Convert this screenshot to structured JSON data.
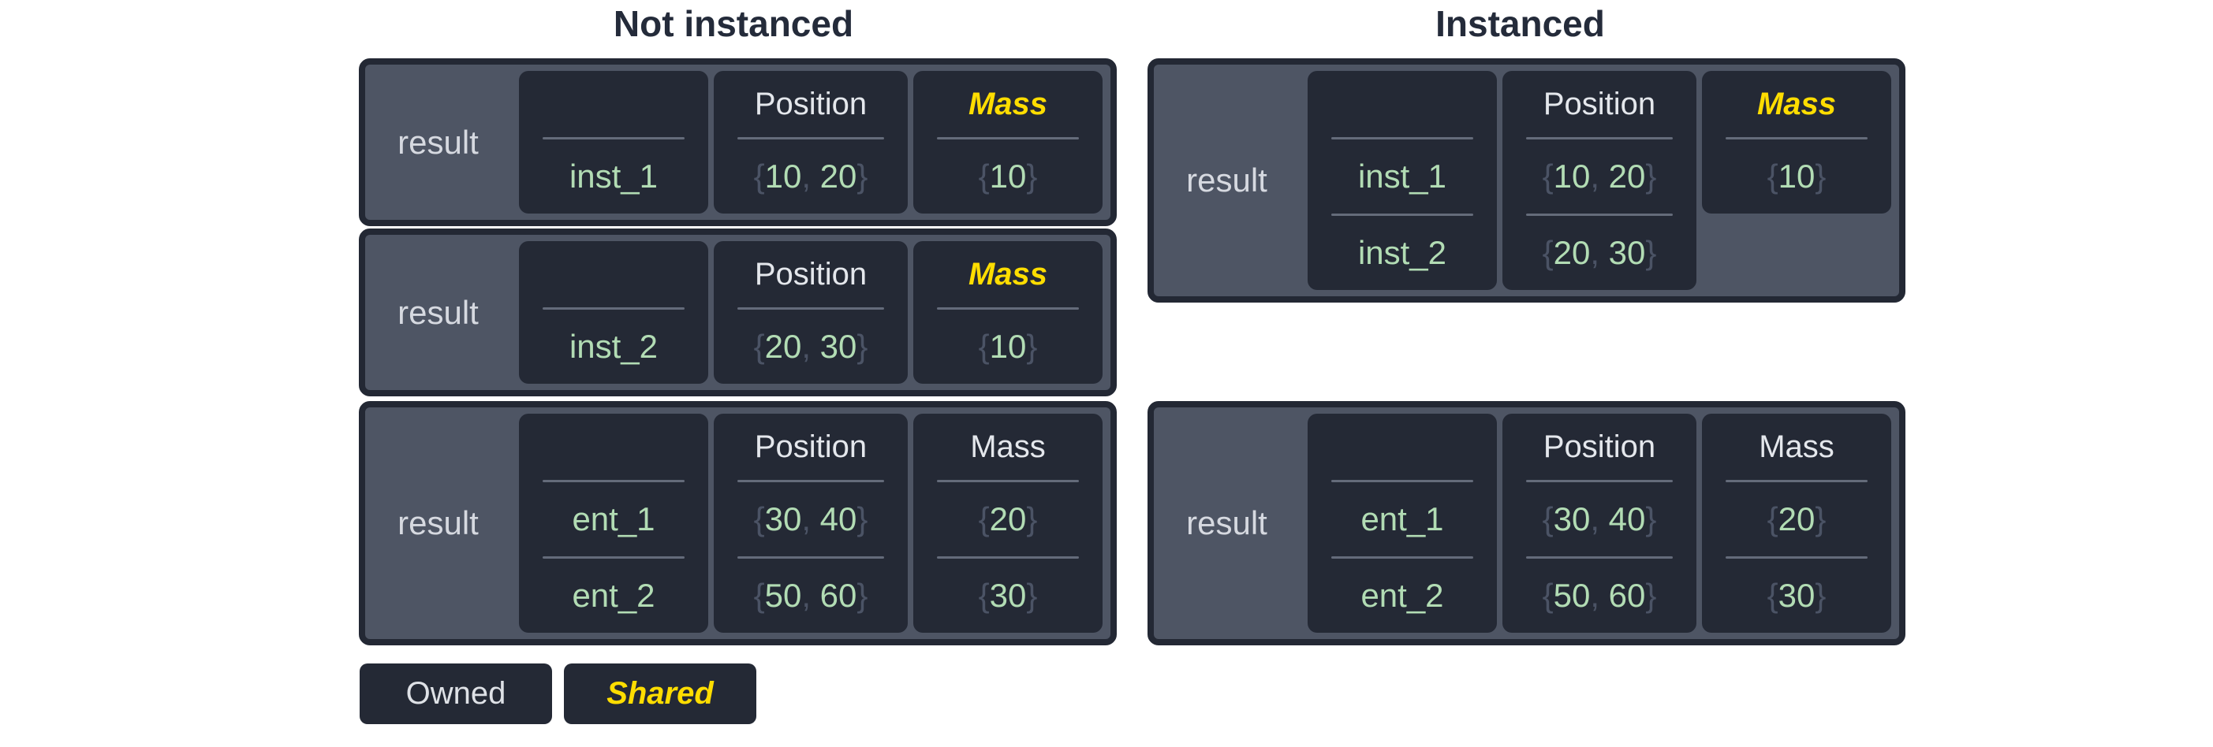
{
  "titles": {
    "left": "Not instanced",
    "right": "Instanced"
  },
  "legend": {
    "owned": "Owned",
    "shared": "Shared"
  },
  "colors": {
    "page_background": "#ffffff",
    "title_text": "#242b3a",
    "panel_gray": "#4e5564",
    "panel_border": "#232834",
    "cell_dark": "#242935",
    "divider_gray": "#646b7a",
    "header_text": "#e4e7ec",
    "label_text": "#d6d9e0",
    "value_green": "#b2dcb4",
    "brace_gray": "#4b5365",
    "shared_yellow": "#ffdd00"
  },
  "tables": [
    {
      "name": "not-instanced-table-inst1",
      "group": "not_instanced",
      "label": "result",
      "columns": [
        {
          "header": "",
          "kind": "entity",
          "shared": false,
          "values": [
            "inst_1"
          ]
        },
        {
          "header": "Position",
          "kind": "value",
          "shared": false,
          "values": [
            "{10, 20}"
          ]
        },
        {
          "header": "Mass",
          "kind": "value",
          "shared": true,
          "values": [
            "{10}"
          ]
        }
      ]
    },
    {
      "name": "not-instanced-table-inst2",
      "group": "not_instanced",
      "label": "result",
      "columns": [
        {
          "header": "",
          "kind": "entity",
          "shared": false,
          "values": [
            "inst_2"
          ]
        },
        {
          "header": "Position",
          "kind": "value",
          "shared": false,
          "values": [
            "{20, 30}"
          ]
        },
        {
          "header": "Mass",
          "kind": "value",
          "shared": true,
          "values": [
            "{10}"
          ]
        }
      ]
    },
    {
      "name": "not-instanced-table-entities",
      "group": "not_instanced",
      "label": "result",
      "columns": [
        {
          "header": "",
          "kind": "entity",
          "shared": false,
          "values": [
            "ent_1",
            "ent_2"
          ]
        },
        {
          "header": "Position",
          "kind": "value",
          "shared": false,
          "values": [
            "{30, 40}",
            "{50, 60}"
          ]
        },
        {
          "header": "Mass",
          "kind": "value",
          "shared": false,
          "values": [
            "{20}",
            "{30}"
          ]
        }
      ]
    },
    {
      "name": "instanced-table-instances",
      "group": "instanced",
      "label": "result",
      "columns": [
        {
          "header": "",
          "kind": "entity",
          "shared": false,
          "values": [
            "inst_1",
            "inst_2"
          ]
        },
        {
          "header": "Position",
          "kind": "value",
          "shared": false,
          "values": [
            "{10, 20}",
            "{20, 30}"
          ]
        },
        {
          "header": "Mass",
          "kind": "value",
          "shared": true,
          "values": [
            "{10}"
          ]
        }
      ]
    },
    {
      "name": "instanced-table-entities",
      "group": "instanced",
      "label": "result",
      "columns": [
        {
          "header": "",
          "kind": "entity",
          "shared": false,
          "values": [
            "ent_1",
            "ent_2"
          ]
        },
        {
          "header": "Position",
          "kind": "value",
          "shared": false,
          "values": [
            "{30, 40}",
            "{50, 60}"
          ]
        },
        {
          "header": "Mass",
          "kind": "value",
          "shared": false,
          "values": [
            "{20}",
            "{30}"
          ]
        }
      ]
    }
  ]
}
